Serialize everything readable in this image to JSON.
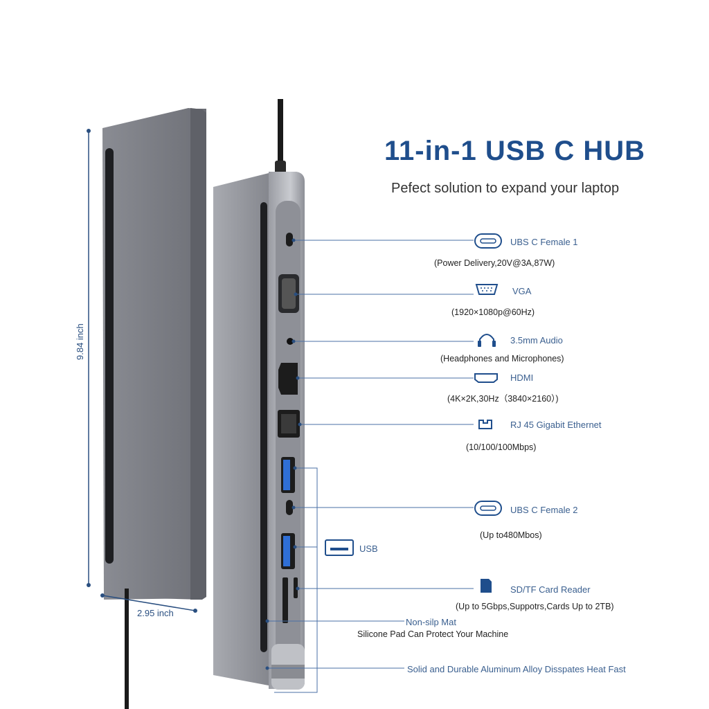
{
  "header": {
    "title": "11-in-1 USB C HUB",
    "subtitle": "Pefect solution to  expand your laptop"
  },
  "dimensions": {
    "height": "9.84 inch",
    "width": "2.95 inch"
  },
  "ports": [
    {
      "label": "UBS C Female 1",
      "desc": "(Power Delivery,20V@3A,87W)",
      "icon": "usb-c-icon"
    },
    {
      "label": "VGA",
      "desc": "(1920×1080p@60Hz)",
      "icon": "vga-icon"
    },
    {
      "label": "3.5mm Audio",
      "desc": "(Headphones and Microphones)",
      "icon": "headphones-icon"
    },
    {
      "label": "HDMI",
      "desc": "(4K×2K,30Hz（3840×2160）)",
      "icon": "hdmi-icon"
    },
    {
      "label": "RJ 45 Gigabit Ethernet",
      "desc": "(10/100/100Mbps)",
      "icon": "ethernet-icon"
    },
    {
      "label": "UBS C Female  2",
      "desc": "(Up to480Mbos)",
      "icon": "usb-c-icon"
    },
    {
      "label": "USB",
      "desc": "",
      "icon": "usb-a-icon"
    },
    {
      "label": "SD/TF Card Reader",
      "desc": "(Up to 5Gbps,Suppotrs,Cards Up to 2TB)",
      "icon": "sd-card-icon"
    }
  ],
  "features": {
    "mat_label": "Non-silp Mat",
    "mat_desc": "Silicone Pad Can Protect Your Machine",
    "alloy": "Solid and Durable Aluminum Alloy Disspates Heat Fast"
  },
  "colors": {
    "title": "#1f4e8c",
    "accent_line": "#4a6fa5",
    "body_gray": "#7d7f86"
  }
}
